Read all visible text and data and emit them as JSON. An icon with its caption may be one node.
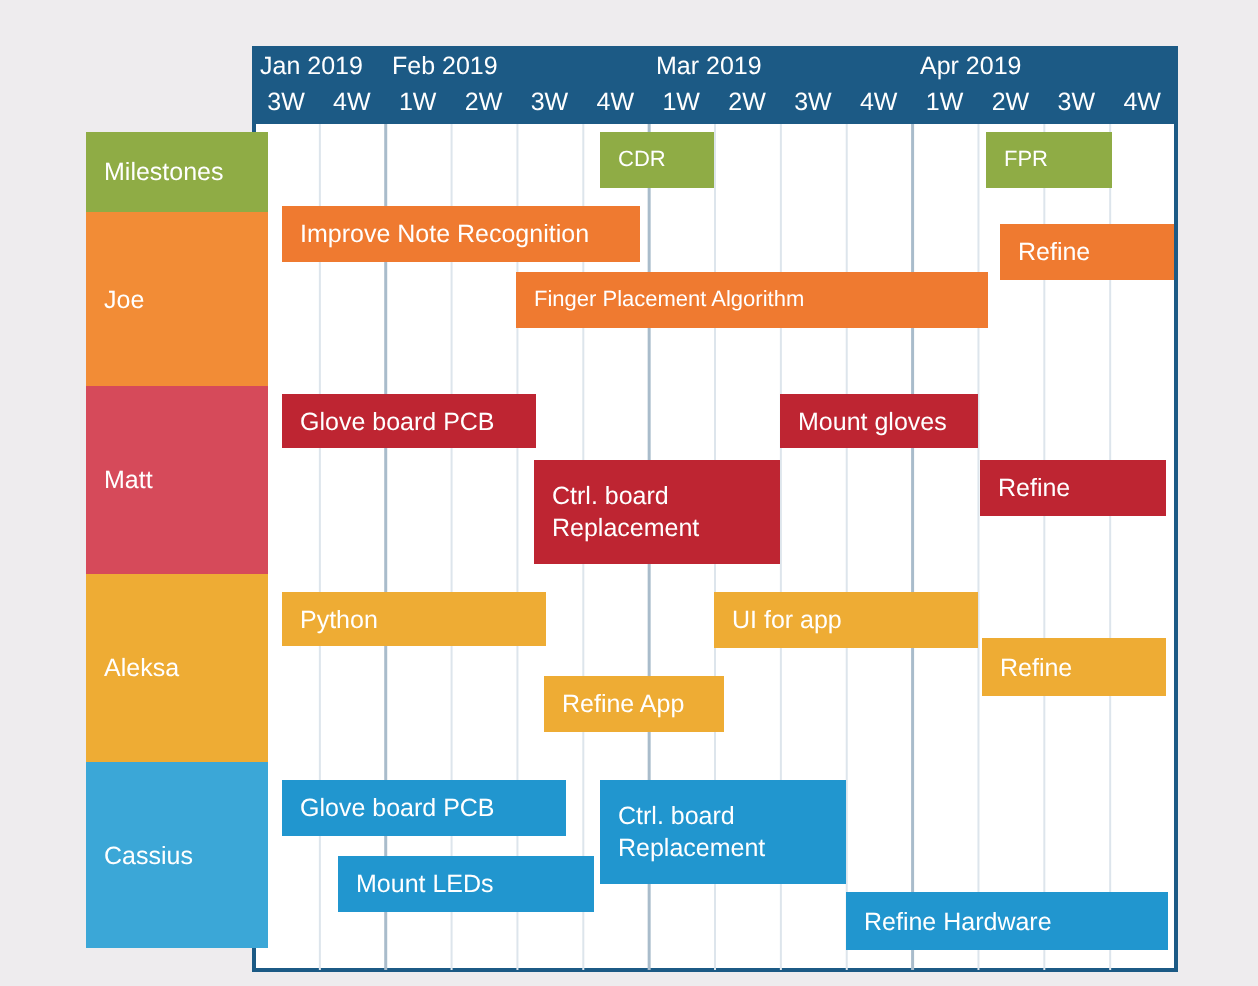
{
  "diagram": {
    "nodes": [
      {
        "text": [
          "Milestones"
        ]
      },
      {
        "text": [
          "Joe"
        ]
      },
      {
        "text": [
          "Matt"
        ]
      },
      {
        "text": [
          "Aleksa"
        ]
      },
      {
        "text": [
          "Cassius"
        ]
      },
      {
        "text": [
          "CDR"
        ]
      },
      {
        "text": [
          "FPR"
        ]
      },
      {
        "text": [
          "Improve Note Recognition"
        ]
      },
      {
        "text": [
          "Refine"
        ]
      },
      {
        "text": [
          "Finger Placement Algorithm"
        ]
      },
      {
        "text": [
          "Glove board PCB"
        ]
      },
      {
        "text": [
          "Mount gloves"
        ]
      },
      {
        "text": [
          "Ctrl. board Replacement"
        ]
      },
      {
        "text": [
          "Refine"
        ]
      },
      {
        "text": [
          "Python"
        ]
      },
      {
        "text": [
          "UI for app"
        ]
      },
      {
        "text": [
          "Refine"
        ]
      },
      {
        "text": [
          "Refine App"
        ]
      },
      {
        "text": [
          "Glove board PCB"
        ]
      },
      {
        "text": [
          "Ctrl. board Replacement"
        ]
      },
      {
        "text": [
          "Mount LEDs"
        ]
      },
      {
        "text": [
          "Refine Hardware"
        ]
      }
    ],
    "labels": [
      "Jan 2019",
      "Feb 2019",
      "Mar 2019",
      "Apr 2019",
      "3W",
      "4W",
      "1W",
      "2W",
      "3W",
      "4W",
      "1W",
      "2W",
      "3W",
      "4W",
      "1W",
      "2W",
      "3W",
      "4W"
    ]
  }
}
